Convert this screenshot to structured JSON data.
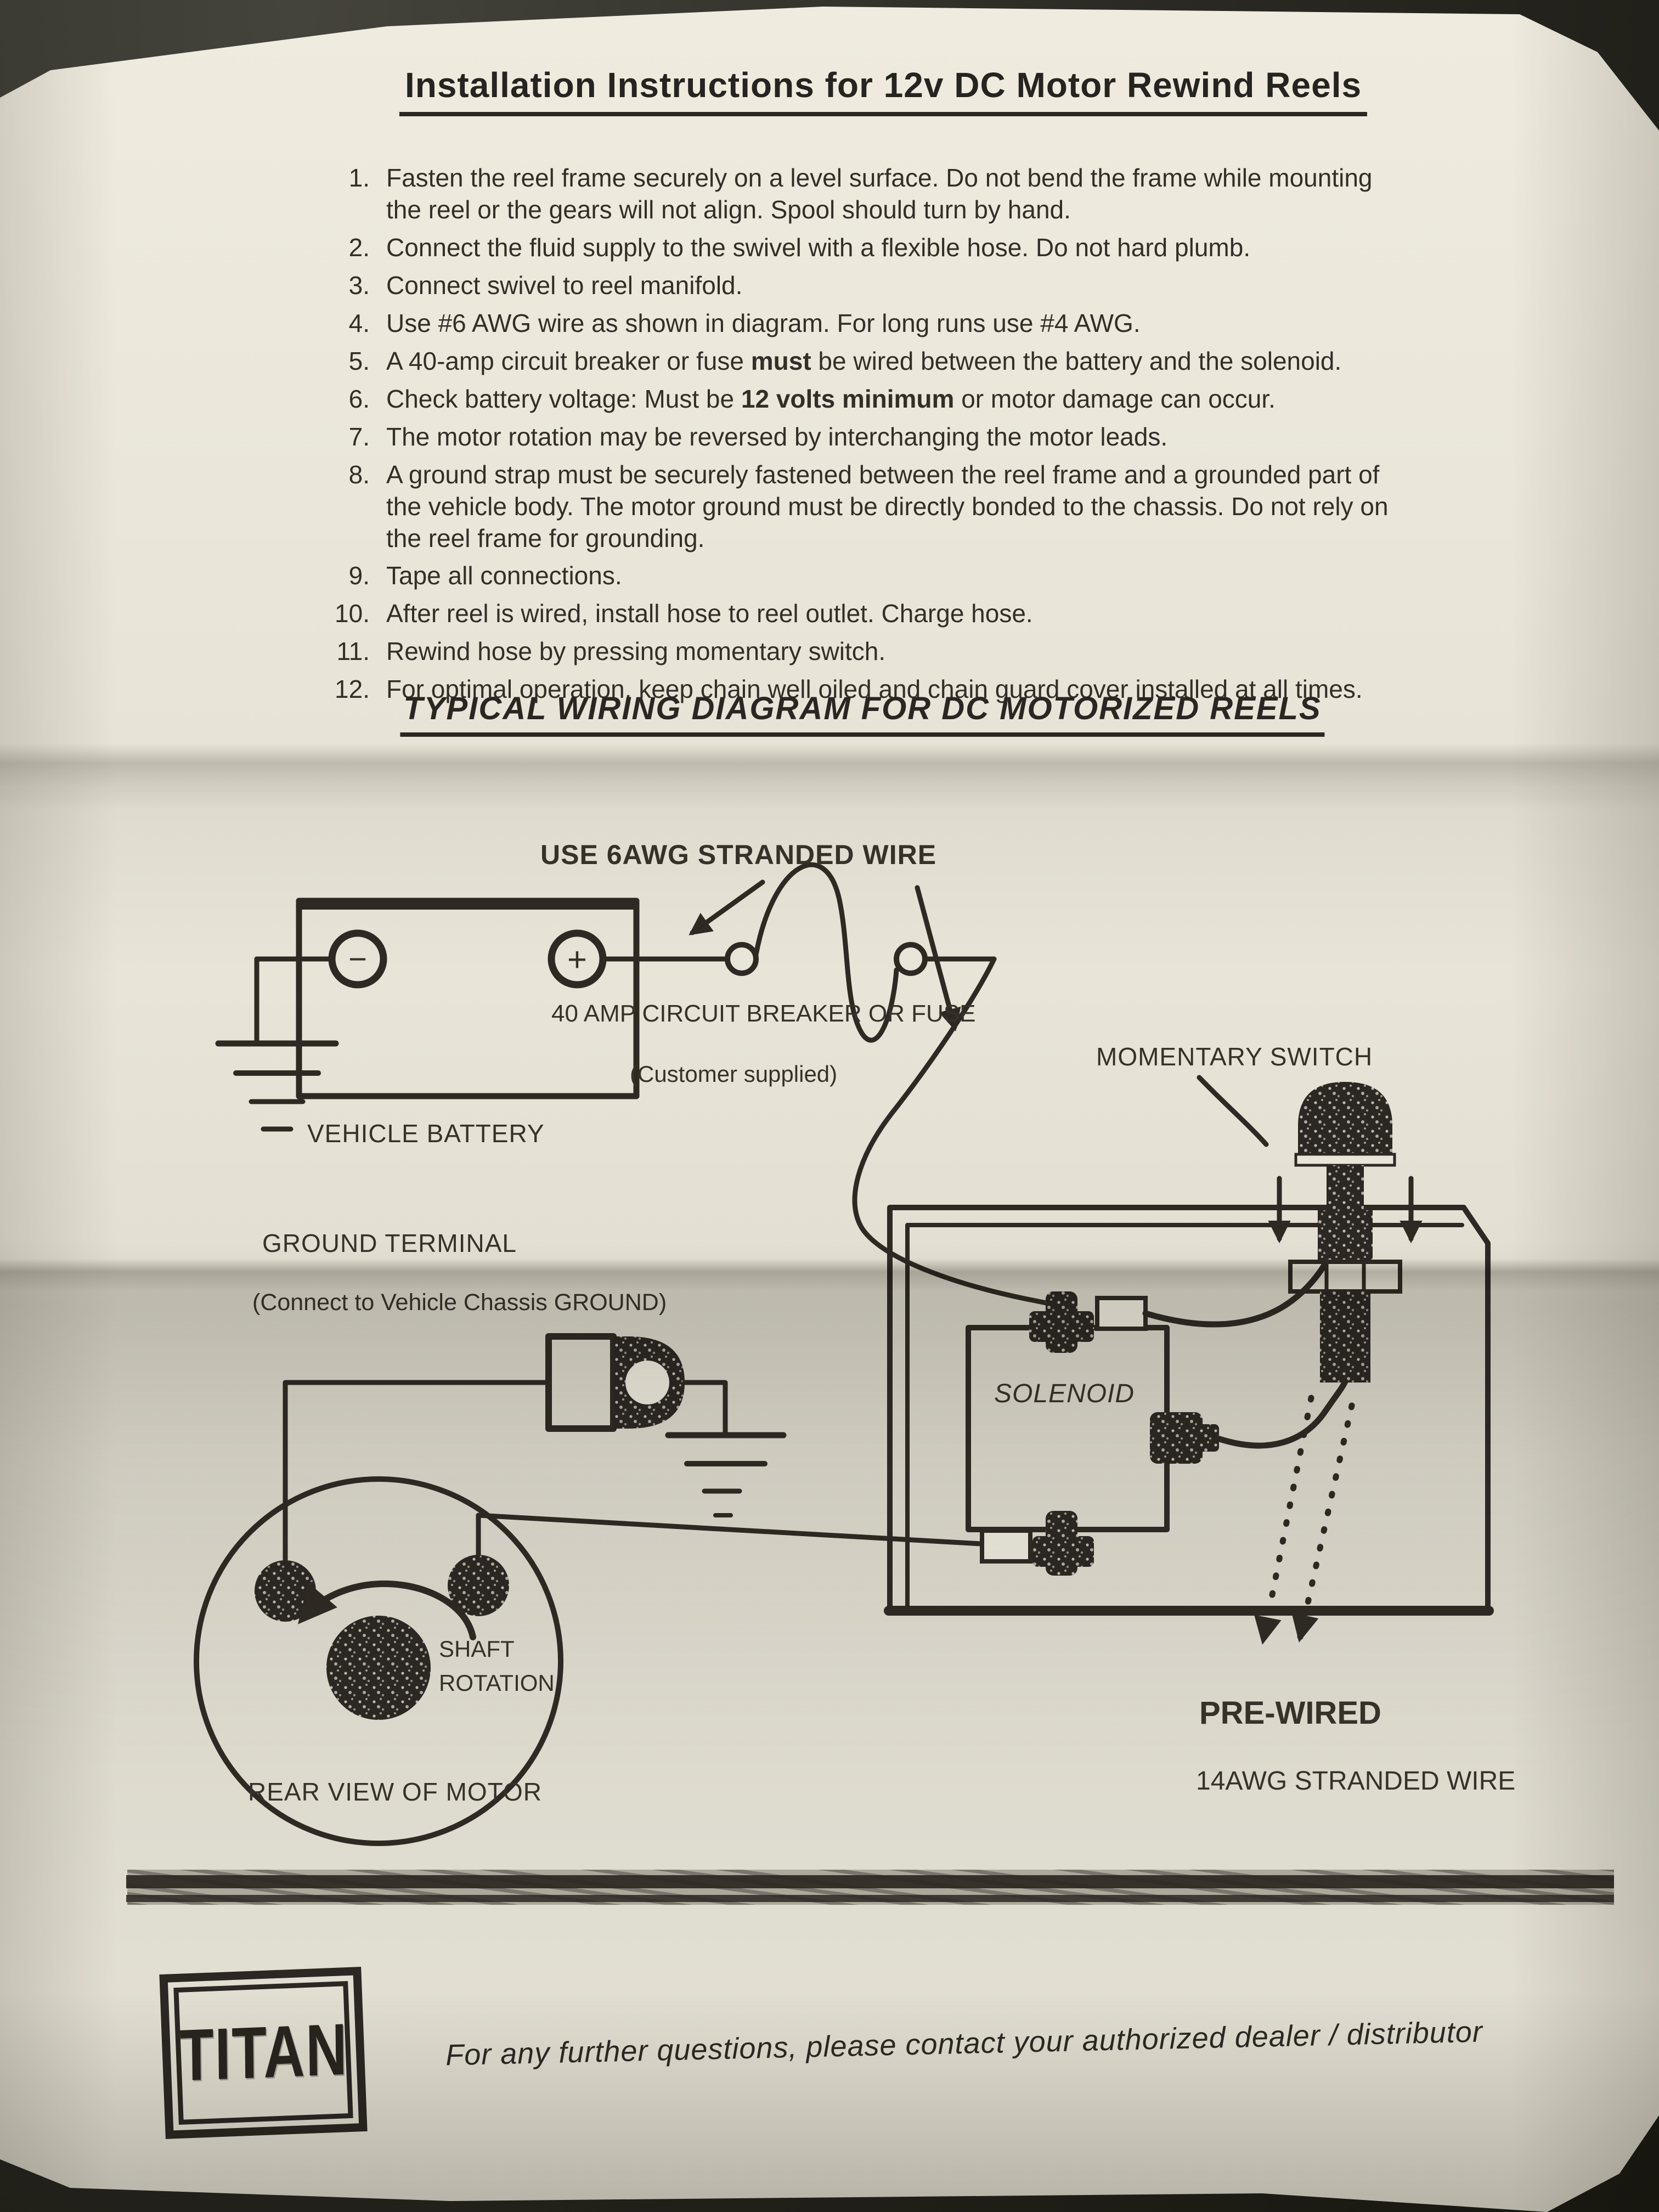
{
  "page": {
    "title": "Installation Instructions for 12v DC Motor Rewind Reels",
    "diagram_heading": "TYPICAL WIRING DIAGRAM FOR DC MOTORIZED REELS",
    "footer": "For any further questions, please contact your authorized dealer / distributor",
    "logo": "TITAN"
  },
  "instructions": [
    {
      "num": "1.",
      "parts": [
        {
          "t": "Fasten the reel frame securely on a level surface. Do not bend the frame while mounting"
        },
        {
          "br": true
        },
        {
          "t": "the reel or the gears will not align. Spool should turn by hand."
        }
      ]
    },
    {
      "num": "2.",
      "parts": [
        {
          "t": "Connect the fluid supply to the swivel with a flexible hose. Do not hard plumb."
        }
      ]
    },
    {
      "num": "3.",
      "parts": [
        {
          "t": "Connect swivel to reel manifold."
        }
      ]
    },
    {
      "num": "4.",
      "parts": [
        {
          "t": "Use #6 AWG wire as shown in diagram. For long runs use #4 AWG."
        }
      ]
    },
    {
      "num": "5.",
      "parts": [
        {
          "t": "A 40-amp circuit breaker or fuse "
        },
        {
          "t": "must",
          "b": true
        },
        {
          "t": " be wired between the battery and the solenoid."
        }
      ]
    },
    {
      "num": "6.",
      "parts": [
        {
          "t": "Check battery voltage: Must be "
        },
        {
          "t": "12 volts minimum",
          "b": true
        },
        {
          "t": " or motor damage can occur."
        }
      ]
    },
    {
      "num": "7.",
      "parts": [
        {
          "t": "The motor rotation may be reversed by interchanging the motor leads."
        }
      ]
    },
    {
      "num": "8.",
      "parts": [
        {
          "t": "A ground strap must be securely fastened between the reel frame and a grounded part of"
        },
        {
          "br": true
        },
        {
          "t": "the vehicle body. The motor ground must be directly bonded to the chassis. Do not rely on"
        },
        {
          "br": true
        },
        {
          "t": "the reel frame for grounding."
        }
      ]
    },
    {
      "num": "9.",
      "parts": [
        {
          "t": "Tape all connections."
        }
      ]
    },
    {
      "num": "10.",
      "parts": [
        {
          "t": "After reel is wired, install hose to reel outlet. Charge hose."
        }
      ]
    },
    {
      "num": "11.",
      "parts": [
        {
          "t": "Rewind hose by pressing momentary switch."
        }
      ]
    },
    {
      "num": "12.",
      "parts": [
        {
          "t": "For optimal operation, keep chain well oiled and chain guard cover installed at all times."
        }
      ]
    }
  ],
  "diagram": {
    "labels": {
      "use_wire": "USE 6AWG STRANDED WIRE",
      "breaker": "40 AMP CIRCUIT BREAKER OR FUSE",
      "customer": "(Customer supplied)",
      "vehicle_battery": "VEHICLE BATTERY",
      "momentary_switch": "MOMENTARY SWITCH",
      "ground_terminal": "GROUND TERMINAL",
      "ground_terminal_sub": "(Connect to Vehicle Chassis GROUND)",
      "solenoid": "SOLENOID",
      "shaft_line1": "SHAFT",
      "shaft_line2": "ROTATION",
      "rear_view": "REAR VIEW OF MOTOR",
      "pre_wired": "PRE-WIRED",
      "pre_wired_sub": "14AWG STRANDED WIRE",
      "battery_neg": "−",
      "battery_pos": "+"
    },
    "colors": {
      "ink": "#2e2a23",
      "paper": "#e8e5d9"
    }
  }
}
